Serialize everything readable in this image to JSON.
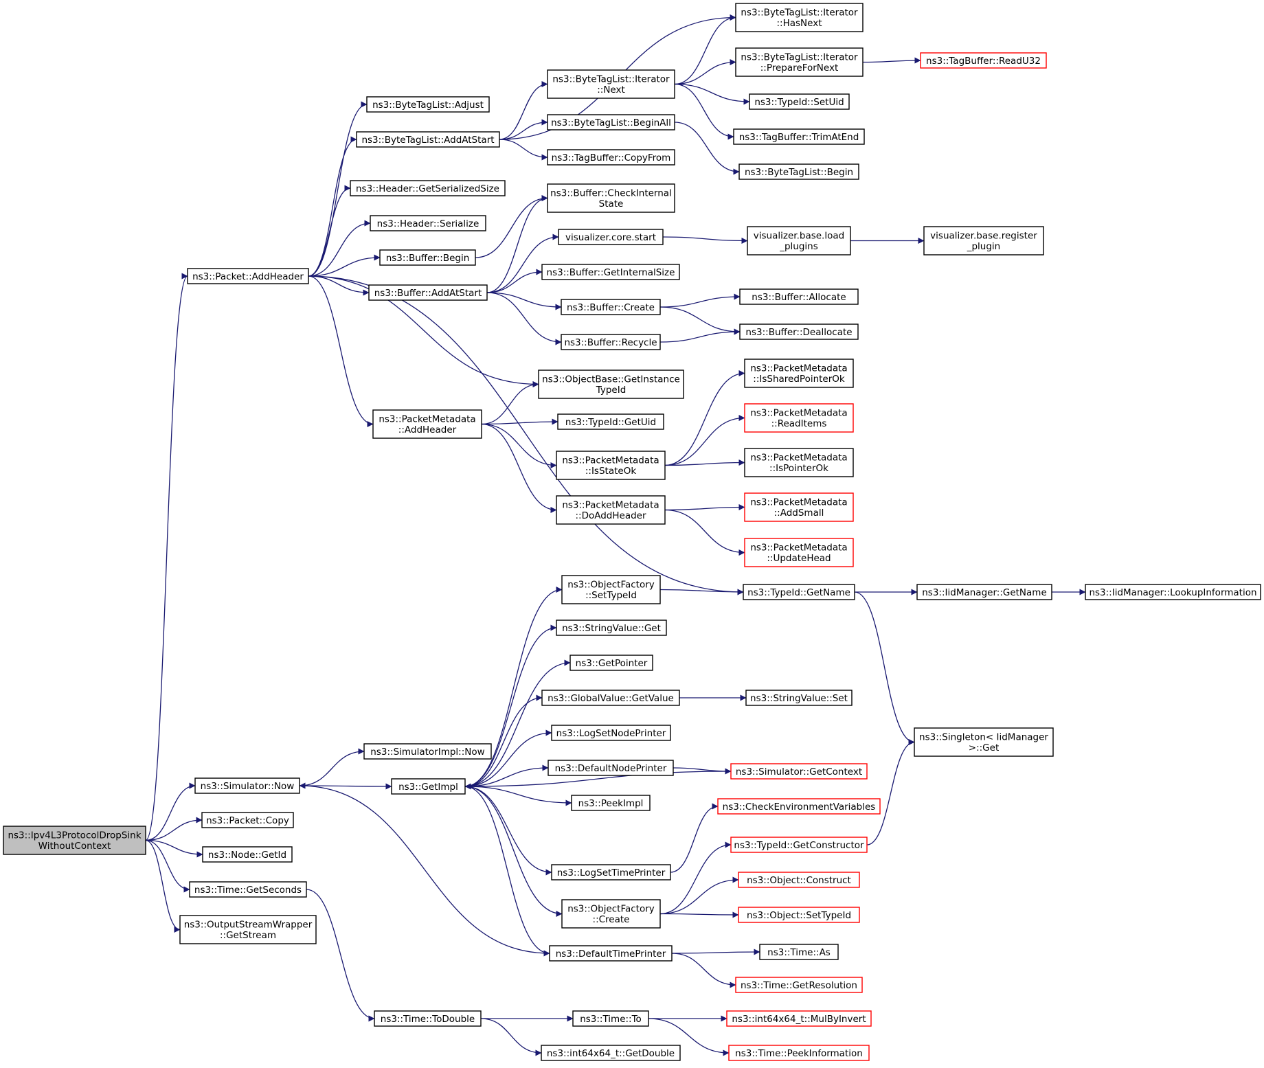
{
  "nodes": [
    {
      "id": "root",
      "lines": [
        "ns3::Ipv4L3ProtocolDropSink",
        "WithoutContext"
      ],
      "style": "root"
    },
    {
      "id": "packet_addheader",
      "lines": [
        "ns3::Packet::AddHeader"
      ]
    },
    {
      "id": "simulator_now",
      "lines": [
        "ns3::Simulator::Now"
      ]
    },
    {
      "id": "packet_copy",
      "lines": [
        "ns3::Packet::Copy"
      ]
    },
    {
      "id": "node_getid",
      "lines": [
        "ns3::Node::GetId"
      ]
    },
    {
      "id": "time_getseconds",
      "lines": [
        "ns3::Time::GetSeconds"
      ]
    },
    {
      "id": "osw_getstream",
      "lines": [
        "ns3::OutputStreamWrapper",
        "::GetStream"
      ]
    },
    {
      "id": "btl_adjust",
      "lines": [
        "ns3::ByteTagList::Adjust"
      ]
    },
    {
      "id": "btl_addatstart",
      "lines": [
        "ns3::ByteTagList::AddAtStart"
      ]
    },
    {
      "id": "header_getsize",
      "lines": [
        "ns3::Header::GetSerializedSize"
      ]
    },
    {
      "id": "header_serialize",
      "lines": [
        "ns3::Header::Serialize"
      ]
    },
    {
      "id": "buffer_begin",
      "lines": [
        "ns3::Buffer::Begin"
      ]
    },
    {
      "id": "buffer_addatstart",
      "lines": [
        "ns3::Buffer::AddAtStart"
      ]
    },
    {
      "id": "pm_addheader",
      "lines": [
        "ns3::PacketMetadata",
        "::AddHeader"
      ]
    },
    {
      "id": "simimpl_now",
      "lines": [
        "ns3::SimulatorImpl::Now"
      ]
    },
    {
      "id": "getimpl",
      "lines": [
        "ns3::GetImpl"
      ]
    },
    {
      "id": "time_todouble",
      "lines": [
        "ns3::Time::ToDouble"
      ]
    },
    {
      "id": "btli_next",
      "lines": [
        "ns3::ByteTagList::Iterator",
        "::Next"
      ]
    },
    {
      "id": "btl_beginall",
      "lines": [
        "ns3::ByteTagList::BeginAll"
      ]
    },
    {
      "id": "tagbuffer_copyfrom",
      "lines": [
        "ns3::TagBuffer::CopyFrom"
      ]
    },
    {
      "id": "buffer_checkinternal",
      "lines": [
        "ns3::Buffer::CheckInternal",
        "State"
      ]
    },
    {
      "id": "vis_core_start",
      "lines": [
        "visualizer.core.start"
      ]
    },
    {
      "id": "buffer_getinternalsize",
      "lines": [
        "ns3::Buffer::GetInternalSize"
      ]
    },
    {
      "id": "buffer_create",
      "lines": [
        "ns3::Buffer::Create"
      ]
    },
    {
      "id": "buffer_recycle",
      "lines": [
        "ns3::Buffer::Recycle"
      ]
    },
    {
      "id": "objbase_gettypeid",
      "lines": [
        "ns3::ObjectBase::GetInstance",
        "TypeId"
      ]
    },
    {
      "id": "typeid_getuid",
      "lines": [
        "ns3::TypeId::GetUid"
      ]
    },
    {
      "id": "pm_isstateok",
      "lines": [
        "ns3::PacketMetadata",
        "::IsStateOk"
      ]
    },
    {
      "id": "pm_doaddheader",
      "lines": [
        "ns3::PacketMetadata",
        "::DoAddHeader"
      ]
    },
    {
      "id": "of_settypeid",
      "lines": [
        "ns3::ObjectFactory",
        "::SetTypeId"
      ]
    },
    {
      "id": "stringvalue_get",
      "lines": [
        "ns3::StringValue::Get"
      ]
    },
    {
      "id": "getpointer",
      "lines": [
        "ns3::GetPointer"
      ]
    },
    {
      "id": "globalvalue_getvalue",
      "lines": [
        "ns3::GlobalValue::GetValue"
      ]
    },
    {
      "id": "logsetnodeprinter",
      "lines": [
        "ns3::LogSetNodePrinter"
      ]
    },
    {
      "id": "defaultnodeprinter",
      "lines": [
        "ns3::DefaultNodePrinter"
      ]
    },
    {
      "id": "peekimpl",
      "lines": [
        "ns3::PeekImpl"
      ]
    },
    {
      "id": "logsettimeprinter",
      "lines": [
        "ns3::LogSetTimePrinter"
      ]
    },
    {
      "id": "of_create",
      "lines": [
        "ns3::ObjectFactory",
        "::Create"
      ]
    },
    {
      "id": "defaulttimeprinter",
      "lines": [
        "ns3::DefaultTimePrinter"
      ]
    },
    {
      "id": "time_to",
      "lines": [
        "ns3::Time::To"
      ]
    },
    {
      "id": "int64_getdouble",
      "lines": [
        "ns3::int64x64_t::GetDouble"
      ]
    },
    {
      "id": "btli_hasnext",
      "lines": [
        "ns3::ByteTagList::Iterator",
        "::HasNext"
      ]
    },
    {
      "id": "btli_preparefornext",
      "lines": [
        "ns3::ByteTagList::Iterator",
        "::PrepareForNext"
      ]
    },
    {
      "id": "typeid_setuid",
      "lines": [
        "ns3::TypeId::SetUid"
      ]
    },
    {
      "id": "tagbuffer_trimatend",
      "lines": [
        "ns3::TagBuffer::TrimAtEnd"
      ]
    },
    {
      "id": "btl_begin",
      "lines": [
        "ns3::ByteTagList::Begin"
      ]
    },
    {
      "id": "vis_load_plugins",
      "lines": [
        "visualizer.base.load",
        "_plugins"
      ]
    },
    {
      "id": "buffer_allocate",
      "lines": [
        "ns3::Buffer::Allocate"
      ]
    },
    {
      "id": "buffer_deallocate",
      "lines": [
        "ns3::Buffer::Deallocate"
      ]
    },
    {
      "id": "pm_issharedpointerok",
      "lines": [
        "ns3::PacketMetadata",
        "::IsSharedPointerOk"
      ]
    },
    {
      "id": "pm_readitems",
      "lines": [
        "ns3::PacketMetadata",
        "::ReadItems"
      ],
      "style": "red"
    },
    {
      "id": "pm_ispointerok",
      "lines": [
        "ns3::PacketMetadata",
        "::IsPointerOk"
      ]
    },
    {
      "id": "pm_addsmall",
      "lines": [
        "ns3::PacketMetadata",
        "::AddSmall"
      ],
      "style": "red"
    },
    {
      "id": "pm_updatehead",
      "lines": [
        "ns3::PacketMetadata",
        "::UpdateHead"
      ],
      "style": "red"
    },
    {
      "id": "typeid_getname",
      "lines": [
        "ns3::TypeId::GetName"
      ]
    },
    {
      "id": "stringvalue_set",
      "lines": [
        "ns3::StringValue::Set"
      ]
    },
    {
      "id": "simulator_getcontext",
      "lines": [
        "ns3::Simulator::GetContext"
      ],
      "style": "red"
    },
    {
      "id": "checkenv",
      "lines": [
        "ns3::CheckEnvironmentVariables"
      ],
      "style": "red"
    },
    {
      "id": "typeid_getconstructor",
      "lines": [
        "ns3::TypeId::GetConstructor"
      ],
      "style": "red"
    },
    {
      "id": "object_construct",
      "lines": [
        "ns3::Object::Construct"
      ],
      "style": "red"
    },
    {
      "id": "object_settypeid",
      "lines": [
        "ns3::Object::SetTypeId"
      ],
      "style": "red"
    },
    {
      "id": "time_as",
      "lines": [
        "ns3::Time::As"
      ]
    },
    {
      "id": "time_getresolution",
      "lines": [
        "ns3::Time::GetResolution"
      ],
      "style": "red"
    },
    {
      "id": "int64_mulbyinvert",
      "lines": [
        "ns3::int64x64_t::MulByInvert"
      ],
      "style": "red"
    },
    {
      "id": "time_peekinfo",
      "lines": [
        "ns3::Time::PeekInformation"
      ],
      "style": "red"
    },
    {
      "id": "tagbuffer_readu32",
      "lines": [
        "ns3::TagBuffer::ReadU32"
      ],
      "style": "red"
    },
    {
      "id": "vis_register_plugin",
      "lines": [
        "visualizer.base.register",
        "_plugin"
      ]
    },
    {
      "id": "iid_getname",
      "lines": [
        "ns3::IidManager::GetName"
      ]
    },
    {
      "id": "singleton_get",
      "lines": [
        "ns3::Singleton< IidManager",
        ">::Get"
      ]
    },
    {
      "id": "iid_lookup",
      "lines": [
        "ns3::IidManager::LookupInformation"
      ]
    }
  ],
  "edges": [
    [
      "root",
      "packet_addheader"
    ],
    [
      "root",
      "simulator_now"
    ],
    [
      "root",
      "packet_copy"
    ],
    [
      "root",
      "node_getid"
    ],
    [
      "root",
      "time_getseconds"
    ],
    [
      "root",
      "osw_getstream"
    ],
    [
      "packet_addheader",
      "btl_adjust"
    ],
    [
      "packet_addheader",
      "btl_addatstart"
    ],
    [
      "packet_addheader",
      "header_getsize"
    ],
    [
      "packet_addheader",
      "header_serialize"
    ],
    [
      "packet_addheader",
      "buffer_begin"
    ],
    [
      "packet_addheader",
      "buffer_addatstart"
    ],
    [
      "packet_addheader",
      "pm_addheader"
    ],
    [
      "packet_addheader",
      "objbase_gettypeid"
    ],
    [
      "packet_addheader",
      "typeid_getname"
    ],
    [
      "btl_addatstart",
      "btli_hasnext"
    ],
    [
      "btl_addatstart",
      "btli_next"
    ],
    [
      "btl_addatstart",
      "btl_beginall"
    ],
    [
      "btl_addatstart",
      "tagbuffer_copyfrom"
    ],
    [
      "btli_next",
      "btli_hasnext"
    ],
    [
      "btli_next",
      "btli_preparefornext"
    ],
    [
      "btli_next",
      "typeid_setuid"
    ],
    [
      "btli_next",
      "tagbuffer_trimatend"
    ],
    [
      "btli_preparefornext",
      "tagbuffer_readu32"
    ],
    [
      "btl_beginall",
      "btl_begin"
    ],
    [
      "buffer_begin",
      "buffer_checkinternal"
    ],
    [
      "buffer_addatstart",
      "buffer_checkinternal"
    ],
    [
      "buffer_addatstart",
      "vis_core_start"
    ],
    [
      "buffer_addatstart",
      "buffer_getinternalsize"
    ],
    [
      "buffer_addatstart",
      "buffer_create"
    ],
    [
      "buffer_addatstart",
      "buffer_recycle"
    ],
    [
      "vis_core_start",
      "vis_load_plugins"
    ],
    [
      "vis_load_plugins",
      "vis_register_plugin"
    ],
    [
      "buffer_create",
      "buffer_allocate"
    ],
    [
      "buffer_create",
      "buffer_deallocate"
    ],
    [
      "buffer_recycle",
      "buffer_deallocate"
    ],
    [
      "pm_addheader",
      "objbase_gettypeid"
    ],
    [
      "pm_addheader",
      "typeid_getuid"
    ],
    [
      "pm_addheader",
      "pm_isstateok"
    ],
    [
      "pm_addheader",
      "pm_doaddheader"
    ],
    [
      "pm_isstateok",
      "pm_issharedpointerok"
    ],
    [
      "pm_isstateok",
      "pm_readitems"
    ],
    [
      "pm_isstateok",
      "pm_ispointerok"
    ],
    [
      "pm_doaddheader",
      "pm_addsmall"
    ],
    [
      "pm_doaddheader",
      "pm_updatehead"
    ],
    [
      "simulator_now",
      "simimpl_now"
    ],
    [
      "simulator_now",
      "getimpl"
    ],
    [
      "getimpl",
      "of_settypeid"
    ],
    [
      "getimpl",
      "stringvalue_get"
    ],
    [
      "getimpl",
      "getpointer"
    ],
    [
      "getimpl",
      "globalvalue_getvalue"
    ],
    [
      "getimpl",
      "logsetnodeprinter"
    ],
    [
      "getimpl",
      "defaultnodeprinter"
    ],
    [
      "getimpl",
      "peekimpl"
    ],
    [
      "getimpl",
      "logsettimeprinter"
    ],
    [
      "getimpl",
      "of_create"
    ],
    [
      "getimpl",
      "defaulttimeprinter"
    ],
    [
      "of_settypeid",
      "typeid_getname"
    ],
    [
      "typeid_getname",
      "iid_getname"
    ],
    [
      "typeid_getname",
      "singleton_get"
    ],
    [
      "iid_getname",
      "iid_lookup"
    ],
    [
      "globalvalue_getvalue",
      "stringvalue_set"
    ],
    [
      "defaultnodeprinter",
      "simulator_getcontext"
    ],
    [
      "simulator_getcontext",
      "getimpl"
    ],
    [
      "logsettimeprinter",
      "checkenv"
    ],
    [
      "of_create",
      "typeid_getconstructor"
    ],
    [
      "of_create",
      "object_construct"
    ],
    [
      "of_create",
      "object_settypeid"
    ],
    [
      "typeid_getconstructor",
      "singleton_get"
    ],
    [
      "defaulttimeprinter",
      "simulator_now"
    ],
    [
      "defaulttimeprinter",
      "time_as"
    ],
    [
      "defaulttimeprinter",
      "time_getresolution"
    ],
    [
      "time_getseconds",
      "time_todouble"
    ],
    [
      "time_todouble",
      "time_to"
    ],
    [
      "time_todouble",
      "int64_getdouble"
    ],
    [
      "time_to",
      "int64_mulbyinvert"
    ],
    [
      "time_to",
      "time_peekinfo"
    ]
  ]
}
